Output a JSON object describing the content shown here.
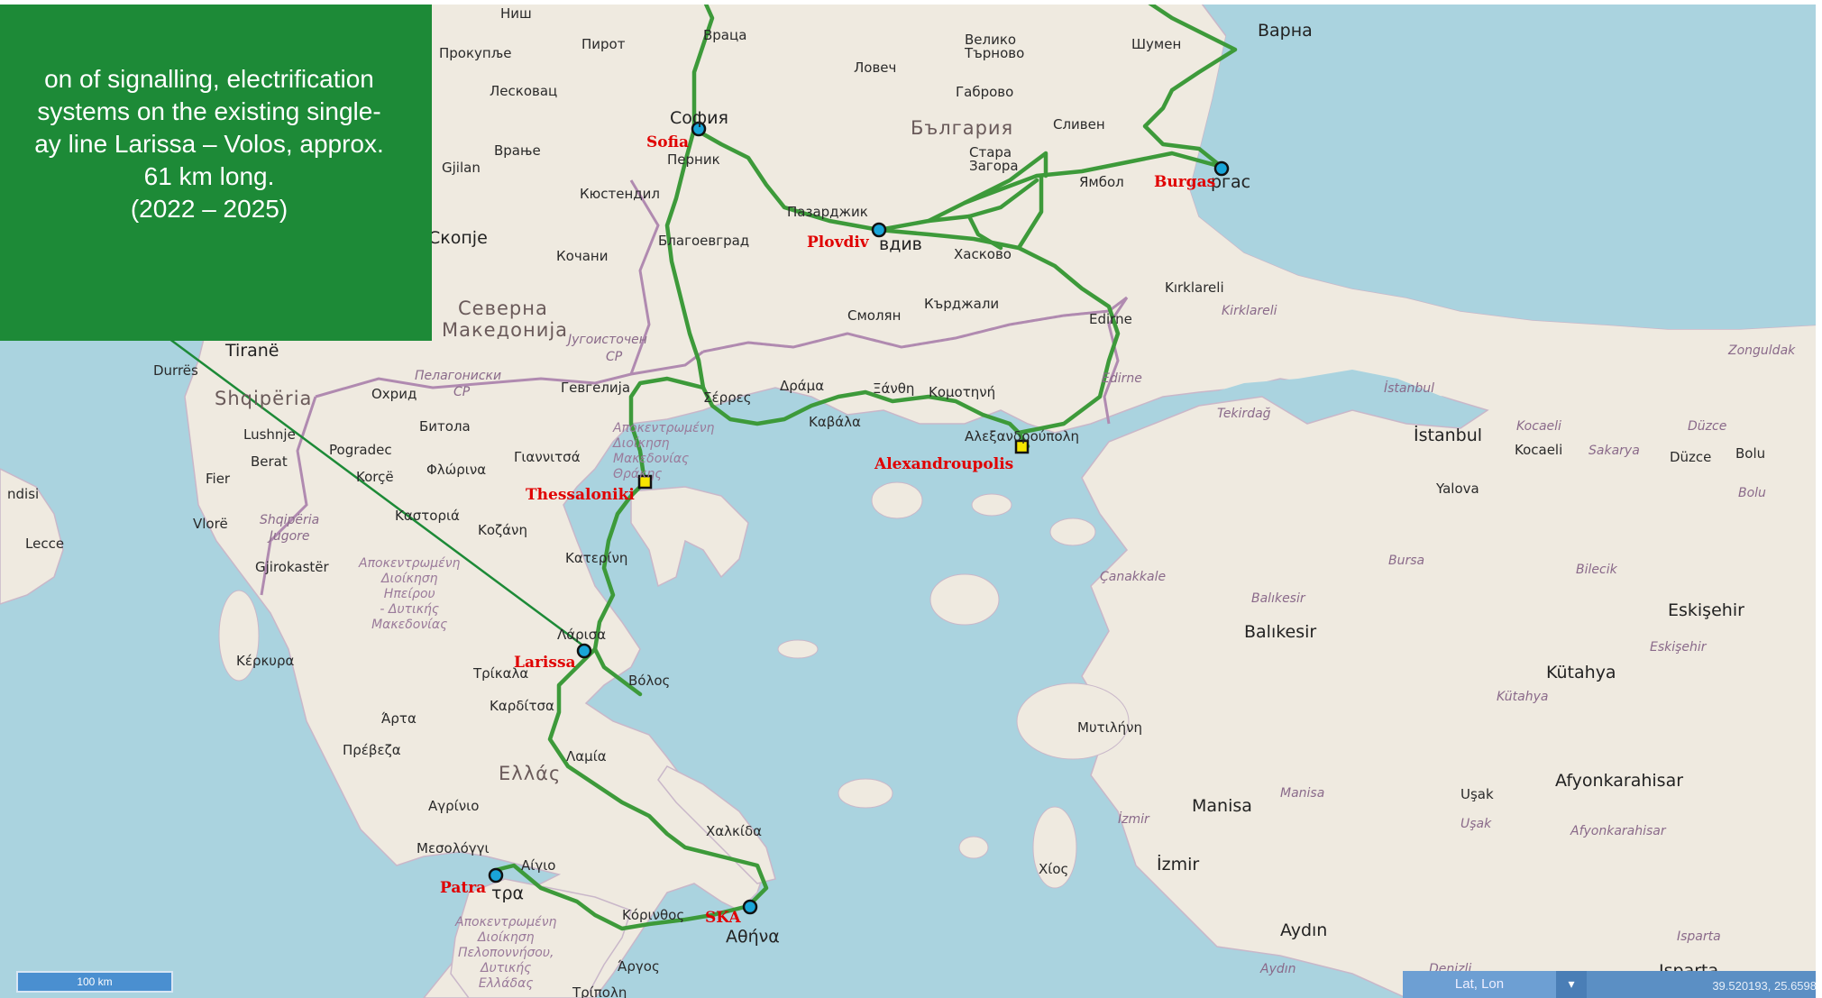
{
  "info_box": {
    "text": "on of signalling, electrification\nsystems on the existing single-\nay line Larissa – Volos, approx.\n61 km long.\n(2022 – 2025)"
  },
  "stations": [
    {
      "name": "Sofia",
      "marker": "circle"
    },
    {
      "name": "Burgas",
      "marker": "circle"
    },
    {
      "name": "Plovdiv",
      "marker": "circle"
    },
    {
      "name": "Alexandroupolis",
      "marker": "square"
    },
    {
      "name": "Thessaloniki",
      "marker": "square"
    },
    {
      "name": "Larissa",
      "marker": "circle"
    },
    {
      "name": "Patra",
      "marker": "circle"
    },
    {
      "name": "SKA",
      "marker": "circle"
    }
  ],
  "place_labels": {
    "nish": "Ниш",
    "pirot": "Пирот",
    "vratsa": "Враца",
    "veliko": "Велико\nТърново",
    "varna": "Варна",
    "shumen": "Шумен",
    "lovech": "Ловеч",
    "prokuplje": "Прокупље",
    "leskovac": "Лесковац",
    "gabrovo": "Габрово",
    "sofia_local": "София",
    "pernik": "Перник",
    "bulgaria": "България",
    "sliven": "Сливен",
    "stara_zagora": "Стара\nЗагора",
    "vranje": "Врање",
    "gjilan": "Gjilan",
    "yambol": "Ямбол",
    "burgas_local": "ргас",
    "kyustendil": "Кюстендил",
    "pazardzhik": "Пазарджик",
    "plovdiv_local": "вдив",
    "skopje": "Скопје",
    "blagoevgrad": "Благоевград",
    "haskovo": "Хасково",
    "kumanovo": "Кочани",
    "kirklareli": "Kırklareli",
    "kirklareli_it": "Kirklareli",
    "smolyan": "Смолян",
    "kardzhali": "Кърджали",
    "edirne": "Edirne",
    "severna": "Северна",
    "makedonija": "Македонија",
    "jugoistochen": "Југоисточен",
    "cp": "CP",
    "tirane": "Tiranë",
    "durres": "Durrës",
    "pelagoniski": "Пелагониски",
    "cp2": "CP",
    "edirne_it": "Edirne",
    "zonguldak": "Zonguldak",
    "ohrid": "Охрид",
    "gevgelija": "Гевгелија",
    "drama": "Δράμα",
    "xanthi": "Ξάνθη",
    "komotini": "Κομοτηνή",
    "istanbul_it": "İstanbul",
    "shqiperia": "Shqipëria",
    "serres": "Σέρρες",
    "tekirdag": "Tekirdağ",
    "lushnje": "Lushnje",
    "bitola": "Битола",
    "apokentr1": "Αποκεντρωμένη",
    "kavala": "Καβάλα",
    "alexandroupoli_local": "Αλεξανδρούπολη",
    "istanbul": "İstanbul",
    "kocaeli_it": "Kocaeli",
    "duzce_it": "Düzce",
    "pogradec": "Pogradec",
    "dioikisi1": "Διοίκηση",
    "kocaeli": "Kocaeli",
    "sakarya": "Sakarya",
    "duzce": "Düzce",
    "bolu": "Bolu",
    "berat": "Berat",
    "giannitsa": "Γιαννιτσά",
    "makedonias": "Μακεδονίας",
    "fier": "Fier",
    "korce": "Korçë",
    "florina": "Φλώρινα",
    "thrakis": "Θράκης",
    "yalova": "Yalova",
    "bolu_it": "Bolu",
    "ndisi": "ndisi",
    "kastoria": "Καστοριά",
    "shqiperia_jug": "Shqipëria\nJugore",
    "kozani": "Κοζάνη",
    "lecce": "Lecce",
    "vlore": "Vlorë",
    "katerini": "Κατερίνη",
    "bursa_it": "Bursa",
    "bilecik": "Bilecik",
    "gjirokaster": "Gjirokastër",
    "apokentr2": "Αποκεντρωμένη\nΔιοίκηση\nΗπείρου\n- Δυτικής\nΜακεδονίας",
    "canakkale": "Çanakkale",
    "balikesir_it": "Balıkesir",
    "eskisehir": "Eskişehir",
    "larisa_local": "Λάρισα",
    "balikesir": "Balıkesir",
    "eskisehir_it": "Eskişehir",
    "kerkyra": "Κέρκυρα",
    "trikala": "Τρίκαλα",
    "volos": "Βόλος",
    "kutahya": "Kütahya",
    "karditsa": "Καρδίτσα",
    "kutahya_it": "Kütahya",
    "arta": "Άρτα",
    "mytilini": "Μυτιλήνη",
    "preveza": "Πρέβεζα",
    "ellas": "Ελλάς",
    "lamia": "Λαμία",
    "afyon": "Afyonkarahisar",
    "manisa": "Manisa",
    "manisa_it": "Manisa",
    "usak": "Uşak",
    "usak_it": "Uşak",
    "agrinio": "Αγρίνιο",
    "afyon_it": "Afyonkarahisar",
    "izmir_it": "İzmir",
    "chalkida": "Χαλκίδα",
    "mesolongi": "Μεσολόγγι",
    "aigio": "Αίγιο",
    "chios": "Χίος",
    "izmir": "İzmir",
    "patra_local": "τρα",
    "korinthos": "Κόρινθος",
    "athina": "Αθήνα",
    "apokentr3": "Αποκεντρωμένη\nΔιοίκηση\nΠελοποννήσου,\nΔυτικής\nΕλλάδας",
    "aydin": "Aydın",
    "aydin_it": "Aydın",
    "denizli": "Denizli",
    "isparta": "Isparta",
    "isparta_it": "Isparta",
    "argos": "Άργος",
    "tripoli": "Τρίπολη",
    "apokentr_mak": "Αποκεντρωμένη\nΔιοίκηση\nΜακεδονίας\nΘράκης"
  },
  "controls": {
    "scale": "100 km",
    "latlon_label": "Lat, Lon",
    "coordinates": "39.520193, 25.6598"
  },
  "colors": {
    "sea": "#aad3df",
    "land": "#efeae0",
    "route": "#3d9a3a",
    "info_box": "#1d8a37",
    "station_label": "#e00000"
  }
}
